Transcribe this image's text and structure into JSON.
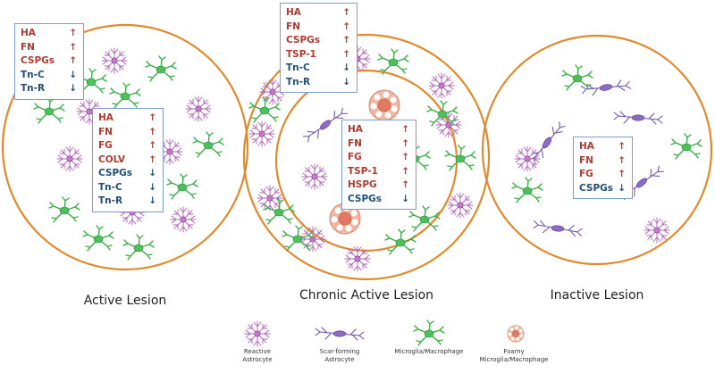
{
  "colors": {
    "circle": "#e08a2e",
    "box_border": "#7f9fd4",
    "up": "#b03a2e",
    "down": "#1f4e79",
    "reactive_astrocyte": "#b060b8",
    "scar_astrocyte": "#6a4aa8",
    "microglia": "#3cae48",
    "foamy": "#e08a74"
  },
  "lesions": {
    "active": {
      "title": "Active Lesion",
      "outer_box": [
        {
          "name": "HA",
          "arrow": "↑",
          "dir": "up"
        },
        {
          "name": "FN",
          "arrow": "↑",
          "dir": "up"
        },
        {
          "name": "CSPGs",
          "arrow": "↑",
          "dir": "up"
        },
        {
          "name": "Tn-C",
          "arrow": "↓",
          "dir": "down"
        },
        {
          "name": "Tn-R",
          "arrow": "↓",
          "dir": "down"
        }
      ],
      "inner_box": [
        {
          "name": "HA",
          "arrow": "↑",
          "dir": "up"
        },
        {
          "name": "FN",
          "arrow": "↑",
          "dir": "up"
        },
        {
          "name": "FG",
          "arrow": "↑",
          "dir": "up"
        },
        {
          "name": "COLV",
          "arrow": "↑",
          "dir": "up"
        },
        {
          "name": "CSPGs",
          "arrow": "↓",
          "dir": "down"
        },
        {
          "name": "Tn-C",
          "arrow": "↓",
          "dir": "down"
        },
        {
          "name": "Tn-R",
          "arrow": "↓",
          "dir": "down"
        }
      ]
    },
    "chronic": {
      "title": "Chronic Active Lesion",
      "outer_box": [
        {
          "name": "HA",
          "arrow": "↑",
          "dir": "up"
        },
        {
          "name": "FN",
          "arrow": "↑",
          "dir": "up"
        },
        {
          "name": "CSPGs",
          "arrow": "↑",
          "dir": "up"
        },
        {
          "name": "TSP-1",
          "arrow": "↑",
          "dir": "up"
        },
        {
          "name": "Tn-C",
          "arrow": "↓",
          "dir": "down"
        },
        {
          "name": "Tn-R",
          "arrow": "↓",
          "dir": "down"
        }
      ],
      "inner_box": [
        {
          "name": "HA",
          "arrow": "↑",
          "dir": "up"
        },
        {
          "name": "FN",
          "arrow": "↑",
          "dir": "up"
        },
        {
          "name": "FG",
          "arrow": "↑",
          "dir": "up"
        },
        {
          "name": "TSP-1",
          "arrow": "↑",
          "dir": "up"
        },
        {
          "name": "HSPG",
          "arrow": "↑",
          "dir": "up"
        },
        {
          "name": "CSPGs",
          "arrow": "↓",
          "dir": "down"
        }
      ]
    },
    "inactive": {
      "title": "Inactive Lesion",
      "box": [
        {
          "name": "HA",
          "arrow": "↑",
          "dir": "up"
        },
        {
          "name": "FN",
          "arrow": "↑",
          "dir": "up"
        },
        {
          "name": "FG",
          "arrow": "↑",
          "dir": "up"
        },
        {
          "name": "CSPGs",
          "arrow": "↓",
          "dir": "down"
        }
      ]
    }
  },
  "legend": {
    "reactive": "Reactive\nAstrocyte",
    "scar": "Scar-forming\nAstrocyte",
    "microglia": "Microglia/Macrophage",
    "foamy": "Foamy\nMicroglia/Macrophage"
  }
}
